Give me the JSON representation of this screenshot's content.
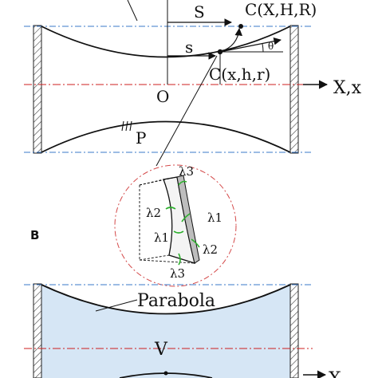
{
  "panelA": {
    "labels": {
      "S_upper": "S",
      "C_upper": "C(X,H,R)",
      "s_lower": "s",
      "theta": "θ",
      "C_lower": "C(x,h,r)",
      "origin": "O",
      "axis": "X,x",
      "pressure": "P"
    },
    "inset": {
      "lambda3_top": "λ3",
      "lambda2_left": "λ2",
      "lambda1_right": "λ1",
      "lambda1_center": "λ1",
      "lambda2_right": "λ2",
      "lambda3_bottom": "λ3"
    }
  },
  "panelB": {
    "tag": "B",
    "parabola": "Parabola",
    "volume": "V",
    "axis_partial": "X"
  },
  "colors": {
    "ink": "#111111",
    "axis_dash": "#cc1f1f",
    "blue_dash": "#3a78c9",
    "inset_circle": "#d44a4a",
    "lambda_green": "#2db02d",
    "fill_blue": "#d6e6f5",
    "hatch": "#666666",
    "wall": "#cfcfcf"
  }
}
